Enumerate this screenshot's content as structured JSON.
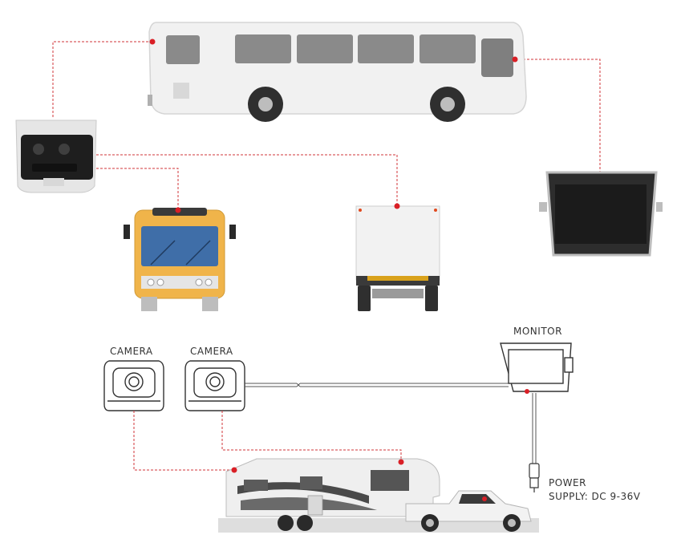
{
  "labels": {
    "camera_1": "CAMERA",
    "camera_2": "CAMERA",
    "monitor": "MONITOR",
    "power_line1": "POWER",
    "power_line2": "SUPPLY: DC 9-36V"
  },
  "colors": {
    "connector_line": "#d0353a",
    "connector_dot": "#d91f26",
    "vehicle_body": "#efefef",
    "school_bus_body": "#f0b44a",
    "cable": "#555555"
  },
  "icons": [
    "bus-icon",
    "dual-camera-icon",
    "school-bus-icon",
    "box-truck-icon",
    "monitor-icon",
    "camera-icon",
    "rv-trailer-icon",
    "pickup-truck-icon",
    "power-plug-icon"
  ]
}
